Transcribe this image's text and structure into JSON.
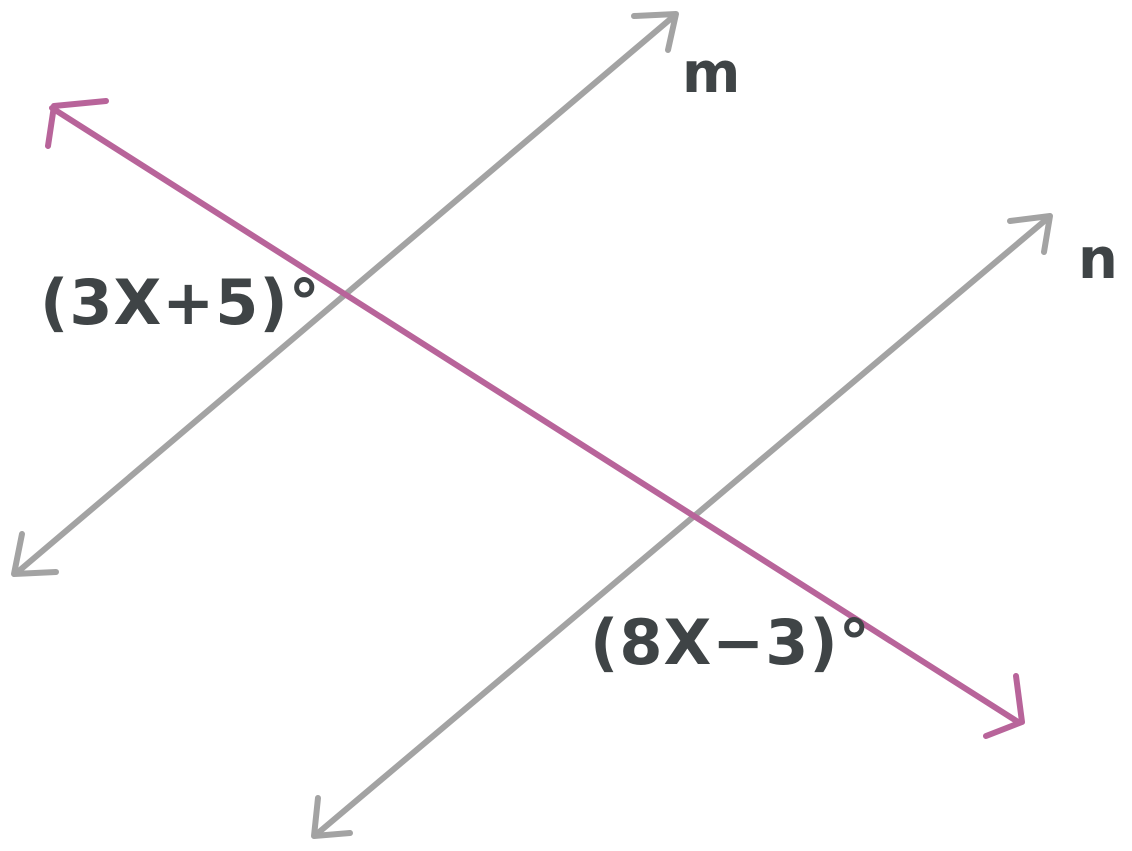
{
  "lines": {
    "m": {
      "label": "m",
      "color": "#a3a3a3"
    },
    "n": {
      "label": "n",
      "color": "#a3a3a3"
    },
    "transversal": {
      "color": "#b8649a"
    }
  },
  "angles": {
    "upper": "(3X+5)°",
    "lower": "(8X−3)°"
  },
  "text_color": "#3f4446"
}
